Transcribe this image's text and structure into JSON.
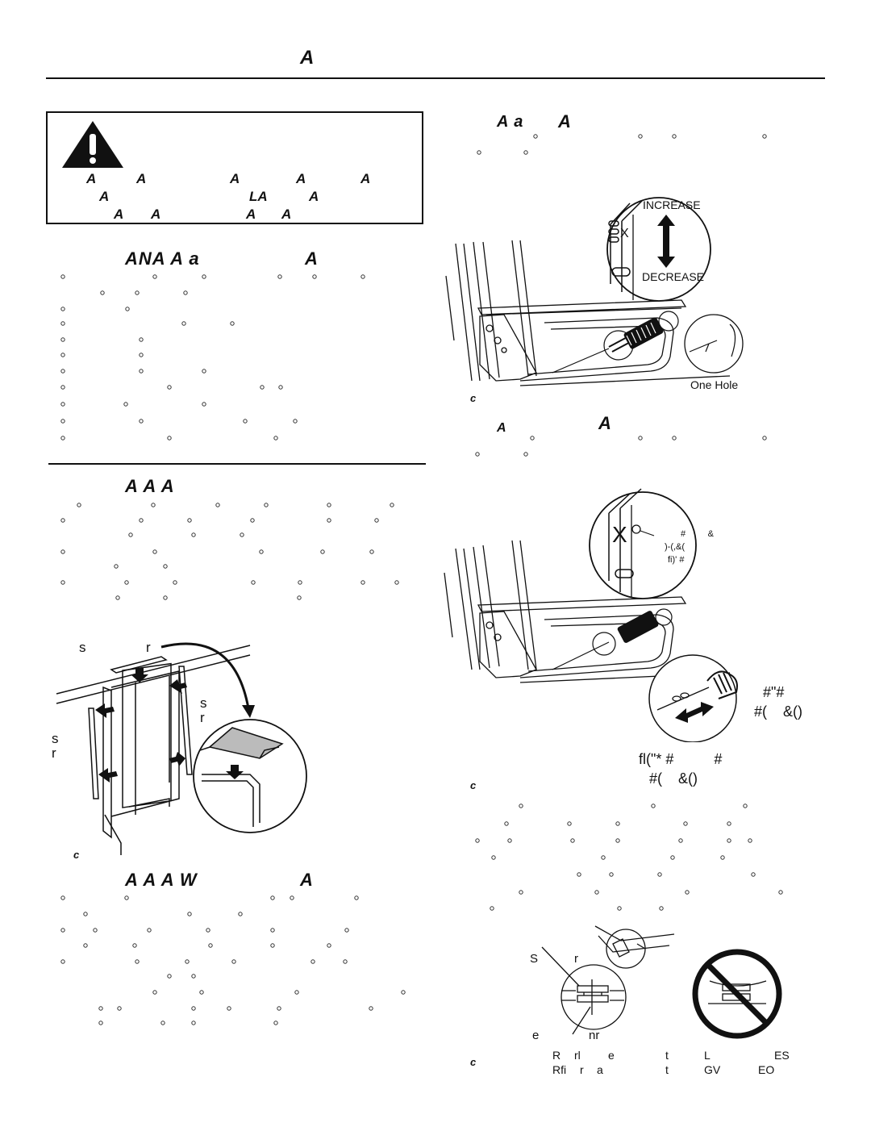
{
  "header": {
    "title": "A"
  },
  "warning": {
    "line1": [
      "A",
      "A",
      "A",
      "A",
      "A"
    ],
    "line2": [
      "A",
      "LA",
      "A"
    ],
    "line3": [
      "A",
      "A",
      "A",
      "A"
    ]
  },
  "sections": {
    "s1_title": "ANA  A  a",
    "s1_title_end": "A",
    "s2_title": "A  A  A",
    "s3_title": "A  A  A  W",
    "s3_title_end": "A",
    "s4_title": "A  a",
    "s4_title_end": "A",
    "s5_title": "A",
    "s5_title_end": "A"
  },
  "fig1": {
    "label_top_s": "s",
    "label_top_r": "r",
    "label_right_s": "s",
    "label_right_r": "r",
    "label_left_s": "s",
    "label_left_r": "r",
    "caption": "c"
  },
  "fig2": {
    "increase": "INCREASE",
    "decrease": "DECREASE",
    "one_hole": "One Hole",
    "caption": "c"
  },
  "fig3": {
    "box1": "#         &",
    "box2": ")-(,&(",
    "box3": "fi)'  #",
    "side1": "#\"#",
    "side2": "#(    &()",
    "bottom1": "fl(\"* #          #",
    "bottom2": "#(    &()",
    "caption": "c"
  },
  "fig4": {
    "label_s": "S",
    "label_r": "r",
    "label_e": "e",
    "label_nr": "nr",
    "caption": "c",
    "cap_row1": [
      "R",
      "rl",
      "e",
      "t",
      "L",
      "ES"
    ],
    "cap_row2": [
      "Rfi",
      "r",
      "a",
      "t",
      "GV",
      "EO"
    ]
  }
}
